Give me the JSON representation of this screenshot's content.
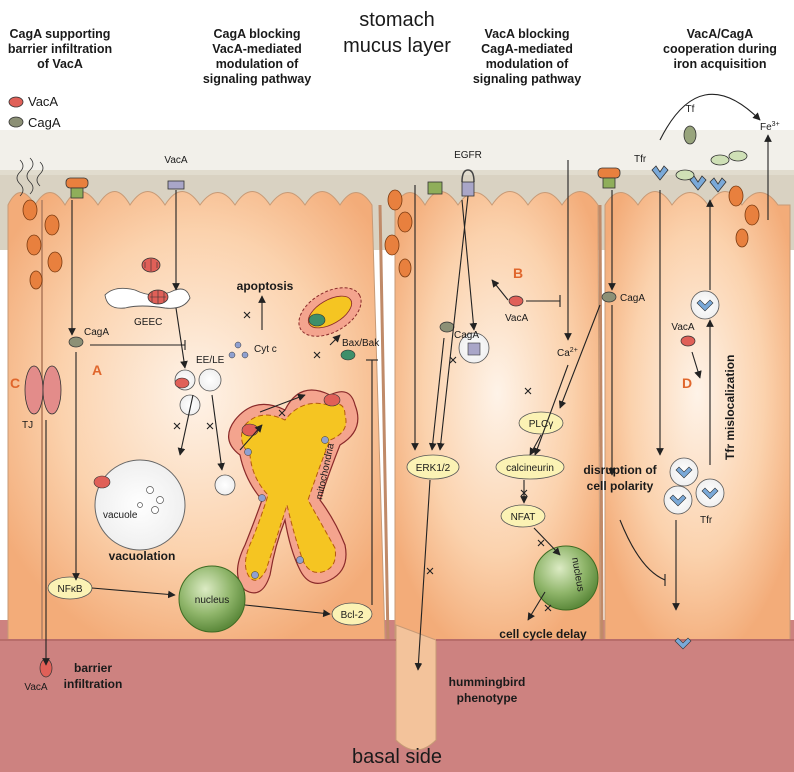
{
  "header": {
    "top": "stomach",
    "top2": "mucus layer",
    "bottom": "basal side"
  },
  "legend": {
    "vaca": "VacA",
    "caga": "CagA"
  },
  "panels": {
    "p1": [
      "CagA supporting",
      "barrier infiltration",
      "of VacA"
    ],
    "p2": [
      "CagA blocking",
      "VacA-mediated",
      "modulation of",
      "signaling pathway"
    ],
    "p3": [
      "VacA blocking",
      "CagA-mediated",
      "modulation of",
      "signaling pathway"
    ],
    "p4": [
      "VacA/CagA",
      "cooperation during",
      "iron acquisition"
    ]
  },
  "letters": {
    "a": "A",
    "b": "B",
    "c": "C",
    "d": "D"
  },
  "labels": {
    "vaca_top": "VacA",
    "caga_a": "CagA",
    "geec": "GEEC",
    "eele": "EE/LE",
    "apoptosis": "apoptosis",
    "cytc": "Cyt c",
    "baxbak": "Bax/Bak",
    "tj": "TJ",
    "vacuole": "vacuole",
    "vacuolation": "vacuolation",
    "mitochondria": "mitochondria",
    "nfkb": "NFκB",
    "nucleus": "nucleus",
    "bcl2": "Bcl-2",
    "vaca_bottom": "VacA",
    "barrier": [
      "barrier",
      "infiltration"
    ],
    "egfr": "EGFR",
    "caga_b": "CagA",
    "erk": "ERK1/2",
    "hummingbird": [
      "hummingbird",
      "phenotype"
    ],
    "vaca_b": "VacA",
    "caga_c": "CagA",
    "ca": "Ca",
    "ca_sup": "2+",
    "plc": "PLCγ",
    "calcineurin": "calcineurin",
    "nfat": "NFAT",
    "nucleus2": "nucleus",
    "cellcycle": "cell cycle delay",
    "disruption": [
      "disruption of",
      "cell polarity"
    ],
    "tf": "Tf",
    "fe": "Fe",
    "fe_sup": "3+",
    "tfr_top": "Tfr",
    "vaca_d": "VacA",
    "tfr_mis": "Tfr mislocalization",
    "tfr_low": "Tfr"
  },
  "colors": {
    "cell": "#f5b98a",
    "cell_light": "#fde6cf",
    "mucus": "#d6cfbe",
    "basal": "#cf8481",
    "vaca": "#e06058",
    "caga": "#8c9076",
    "nucleus": "#8fb56a",
    "yellow_box": "#fbf2b4",
    "mito": "#f5c522"
  }
}
